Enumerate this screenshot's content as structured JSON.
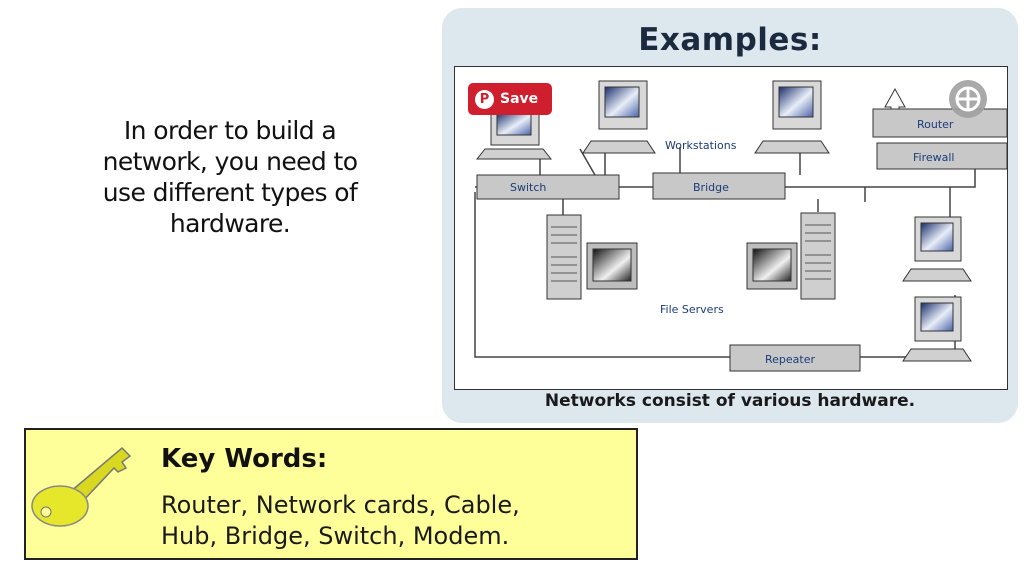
{
  "intro": {
    "line1": "In order to build a",
    "line2": "network, you need to",
    "line3": "use different types of",
    "line4": "hardware."
  },
  "examples": {
    "title": "Examples:",
    "caption": "Networks consist of various hardware."
  },
  "diagram": {
    "labels": {
      "workstations": "Workstations",
      "switch": "Switch",
      "bridge": "Bridge",
      "router": "Router",
      "firewall": "Firewall",
      "file_servers": "File Servers",
      "repeater": "Repeater"
    }
  },
  "overlay": {
    "save_label": "Save"
  },
  "keywords": {
    "title": "Key Words:",
    "line1": "Router, Network cards, Cable,",
    "line2": "Hub, Bridge, Switch, Modem."
  },
  "colors": {
    "card_bg": "#dde7ee",
    "save_red": "#cf1f2e",
    "keywords_bg": "#ffff99",
    "device_gray": "#c8c8c8"
  }
}
